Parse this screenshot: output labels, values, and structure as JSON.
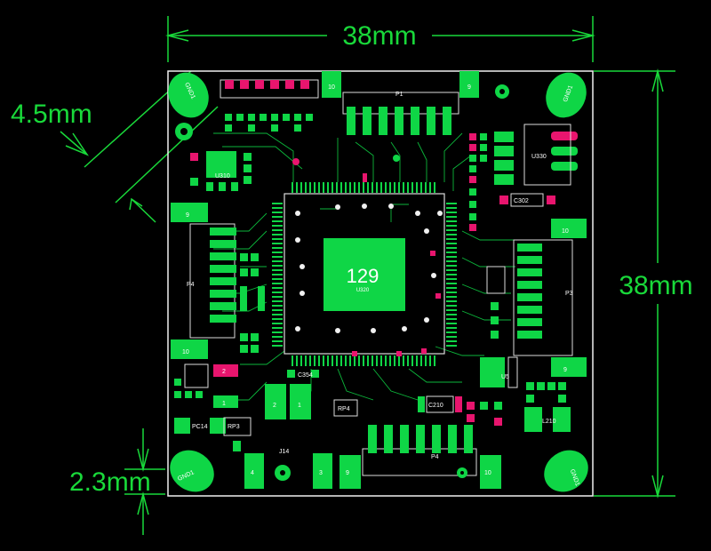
{
  "dimensions": {
    "width": "38mm",
    "height": "38mm",
    "hole_offset": "4.5mm",
    "edge_offset": "2.3mm"
  },
  "chip": {
    "marking": "129",
    "ref": "U320"
  },
  "regulators": {
    "left": "U310",
    "right": "U330",
    "bottom": "U5"
  },
  "mounting_holes": [
    "GND1",
    "GND1",
    "GND1",
    "GND1"
  ],
  "connectors": {
    "top": {
      "ref": "P1",
      "pin_first": "10",
      "pin_last": "9"
    },
    "left": {
      "ref": "P4",
      "pin_first": "9",
      "pin_last": "10"
    },
    "right": {
      "ref": "P3",
      "pin_first": "10",
      "pin_last": "9"
    },
    "bottom": {
      "ref": "P4",
      "pin_first": "9",
      "pin_last": "10"
    },
    "bottom_left": {
      "ref": "J14",
      "pin_first": "4",
      "pin_last": "3"
    }
  },
  "misc": {
    "rp": "RP4",
    "rp3": "RP3",
    "c210": "C210",
    "pc14": "PC14",
    "l210": "L210",
    "c302": "C302",
    "c354": "C354",
    "two_label": "2",
    "one_label": "1"
  },
  "colors": {
    "pad": "#0fd646",
    "pad_pink": "#e8156e",
    "dimension_text": "#19d93a",
    "background": "#000000"
  }
}
